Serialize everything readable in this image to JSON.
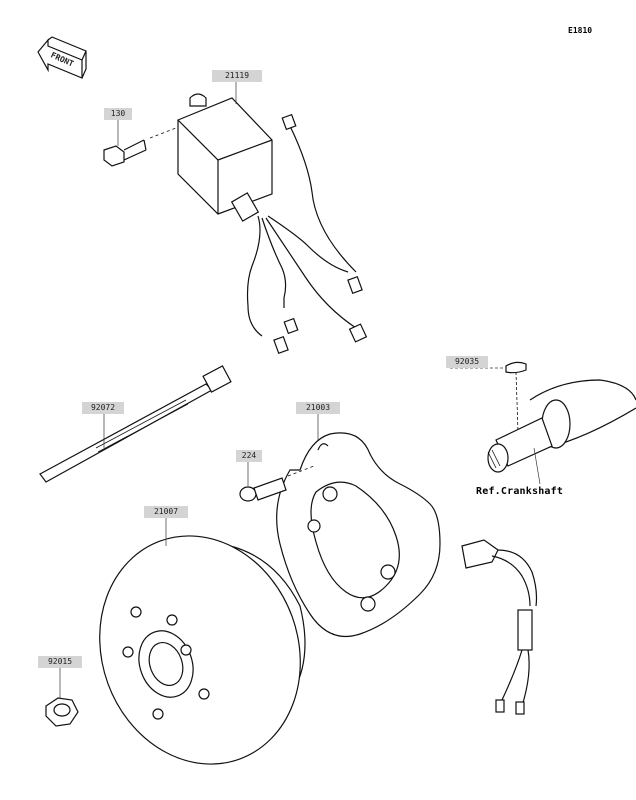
{
  "diagram": {
    "code": "E1810",
    "front_label": "FRONT",
    "ref_label": "Ref.Crankshaft",
    "parts": [
      {
        "id": "21119",
        "label": "21119"
      },
      {
        "id": "130",
        "label": "130"
      },
      {
        "id": "92072",
        "label": "92072"
      },
      {
        "id": "21003",
        "label": "21003"
      },
      {
        "id": "224",
        "label": "224"
      },
      {
        "id": "21007",
        "label": "21007"
      },
      {
        "id": "92015",
        "label": "92015"
      },
      {
        "id": "92035",
        "label": "92035"
      }
    ]
  }
}
